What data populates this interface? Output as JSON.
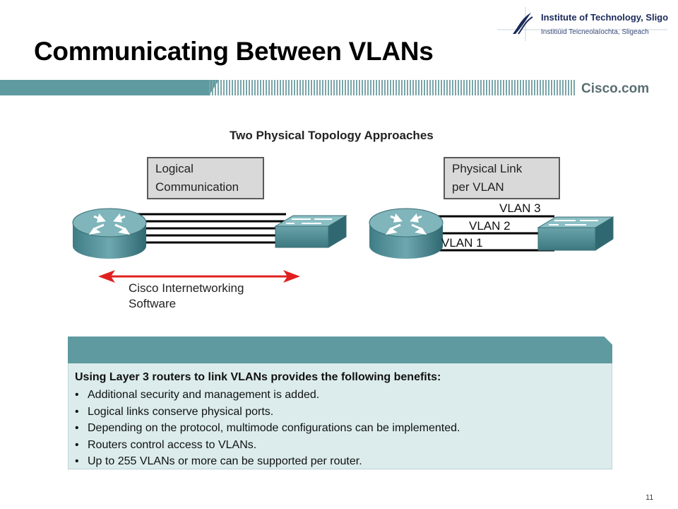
{
  "slide": {
    "title": "Communicating Between VLANs",
    "page_number": "11"
  },
  "logo": {
    "line1": "Institute of Technology, Sligo",
    "line2": "Institiúid Teicneolaíochta, Sligeach"
  },
  "header": {
    "brand": "Cisco.com",
    "bar_color": "#5e9aa0"
  },
  "figure": {
    "title": "Two Physical Topology Approaches",
    "left": {
      "box_line1": "Logical",
      "box_line2": "Communication",
      "arrow_line1": "Cisco Internetworking",
      "arrow_line2": "Software"
    },
    "right": {
      "box_line1": "Physical Link",
      "box_line2": "per VLAN",
      "vlans": [
        "VLAN 3",
        "VLAN 2",
        "VLAN 1"
      ]
    }
  },
  "benefits": {
    "heading": "Using Layer 3 routers to link VLANs provides the following benefits:",
    "bullet_char": "•",
    "items": [
      "Additional security and management is added.",
      "Logical links conserve physical ports.",
      "Depending on the protocol, multimode configurations can be implemented.",
      "Routers control access to VLANs.",
      "Up to 255 VLANs or more can be supported per router."
    ],
    "header_color": "#5e9aa0",
    "body_color": "#dcecec"
  }
}
